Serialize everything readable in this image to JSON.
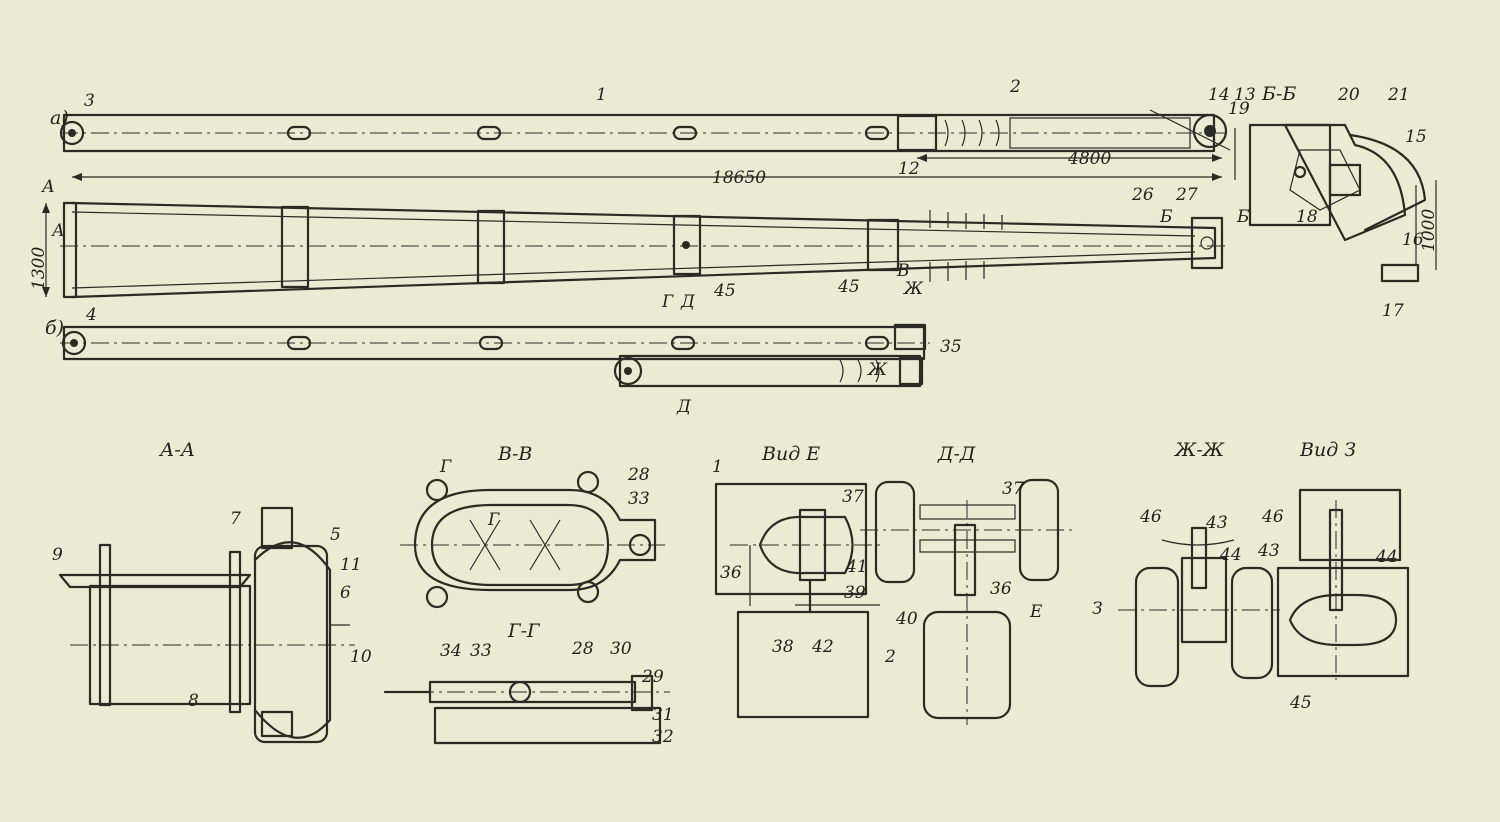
{
  "views": {
    "a": "а)",
    "b": "б)",
    "aa": "А-А",
    "bb": "Б-Б",
    "vv": "В-В",
    "gg": "Г-Г",
    "dd": "Д-Д",
    "zhzh": "Ж-Ж",
    "vid_e": "Вид Е",
    "vid_z": "Вид З"
  },
  "dims": {
    "overall_length": "18650",
    "section_length": "4800",
    "width": "1300",
    "height_b": "1000"
  },
  "cuts": {
    "A": "А",
    "B": "Б",
    "V": "В",
    "G": "Г",
    "D": "Д",
    "Zh": "Ж",
    "E": "Е",
    "Z": "З"
  },
  "labels": {
    "p1": "1",
    "p2": "2",
    "p3": "3",
    "p4": "4",
    "p5": "5",
    "p6": "6",
    "p7": "7",
    "p8": "8",
    "p9": "9",
    "p10": "10",
    "p11": "11",
    "p12": "12",
    "p13": "13",
    "p14": "14",
    "p15": "15",
    "p16": "16",
    "p17": "17",
    "p18": "18",
    "p19": "19",
    "p20": "20",
    "p21": "21",
    "p26": "26",
    "p27": "27",
    "p28": "28",
    "p29": "29",
    "p30": "30",
    "p31": "31",
    "p32": "32",
    "p33": "33",
    "p34": "34",
    "p35": "35",
    "p36": "36",
    "p37": "37",
    "p38": "38",
    "p39": "39",
    "p40": "40",
    "p41": "41",
    "p42": "42",
    "p43": "43",
    "p44": "44",
    "p45": "45",
    "p46": "46"
  }
}
